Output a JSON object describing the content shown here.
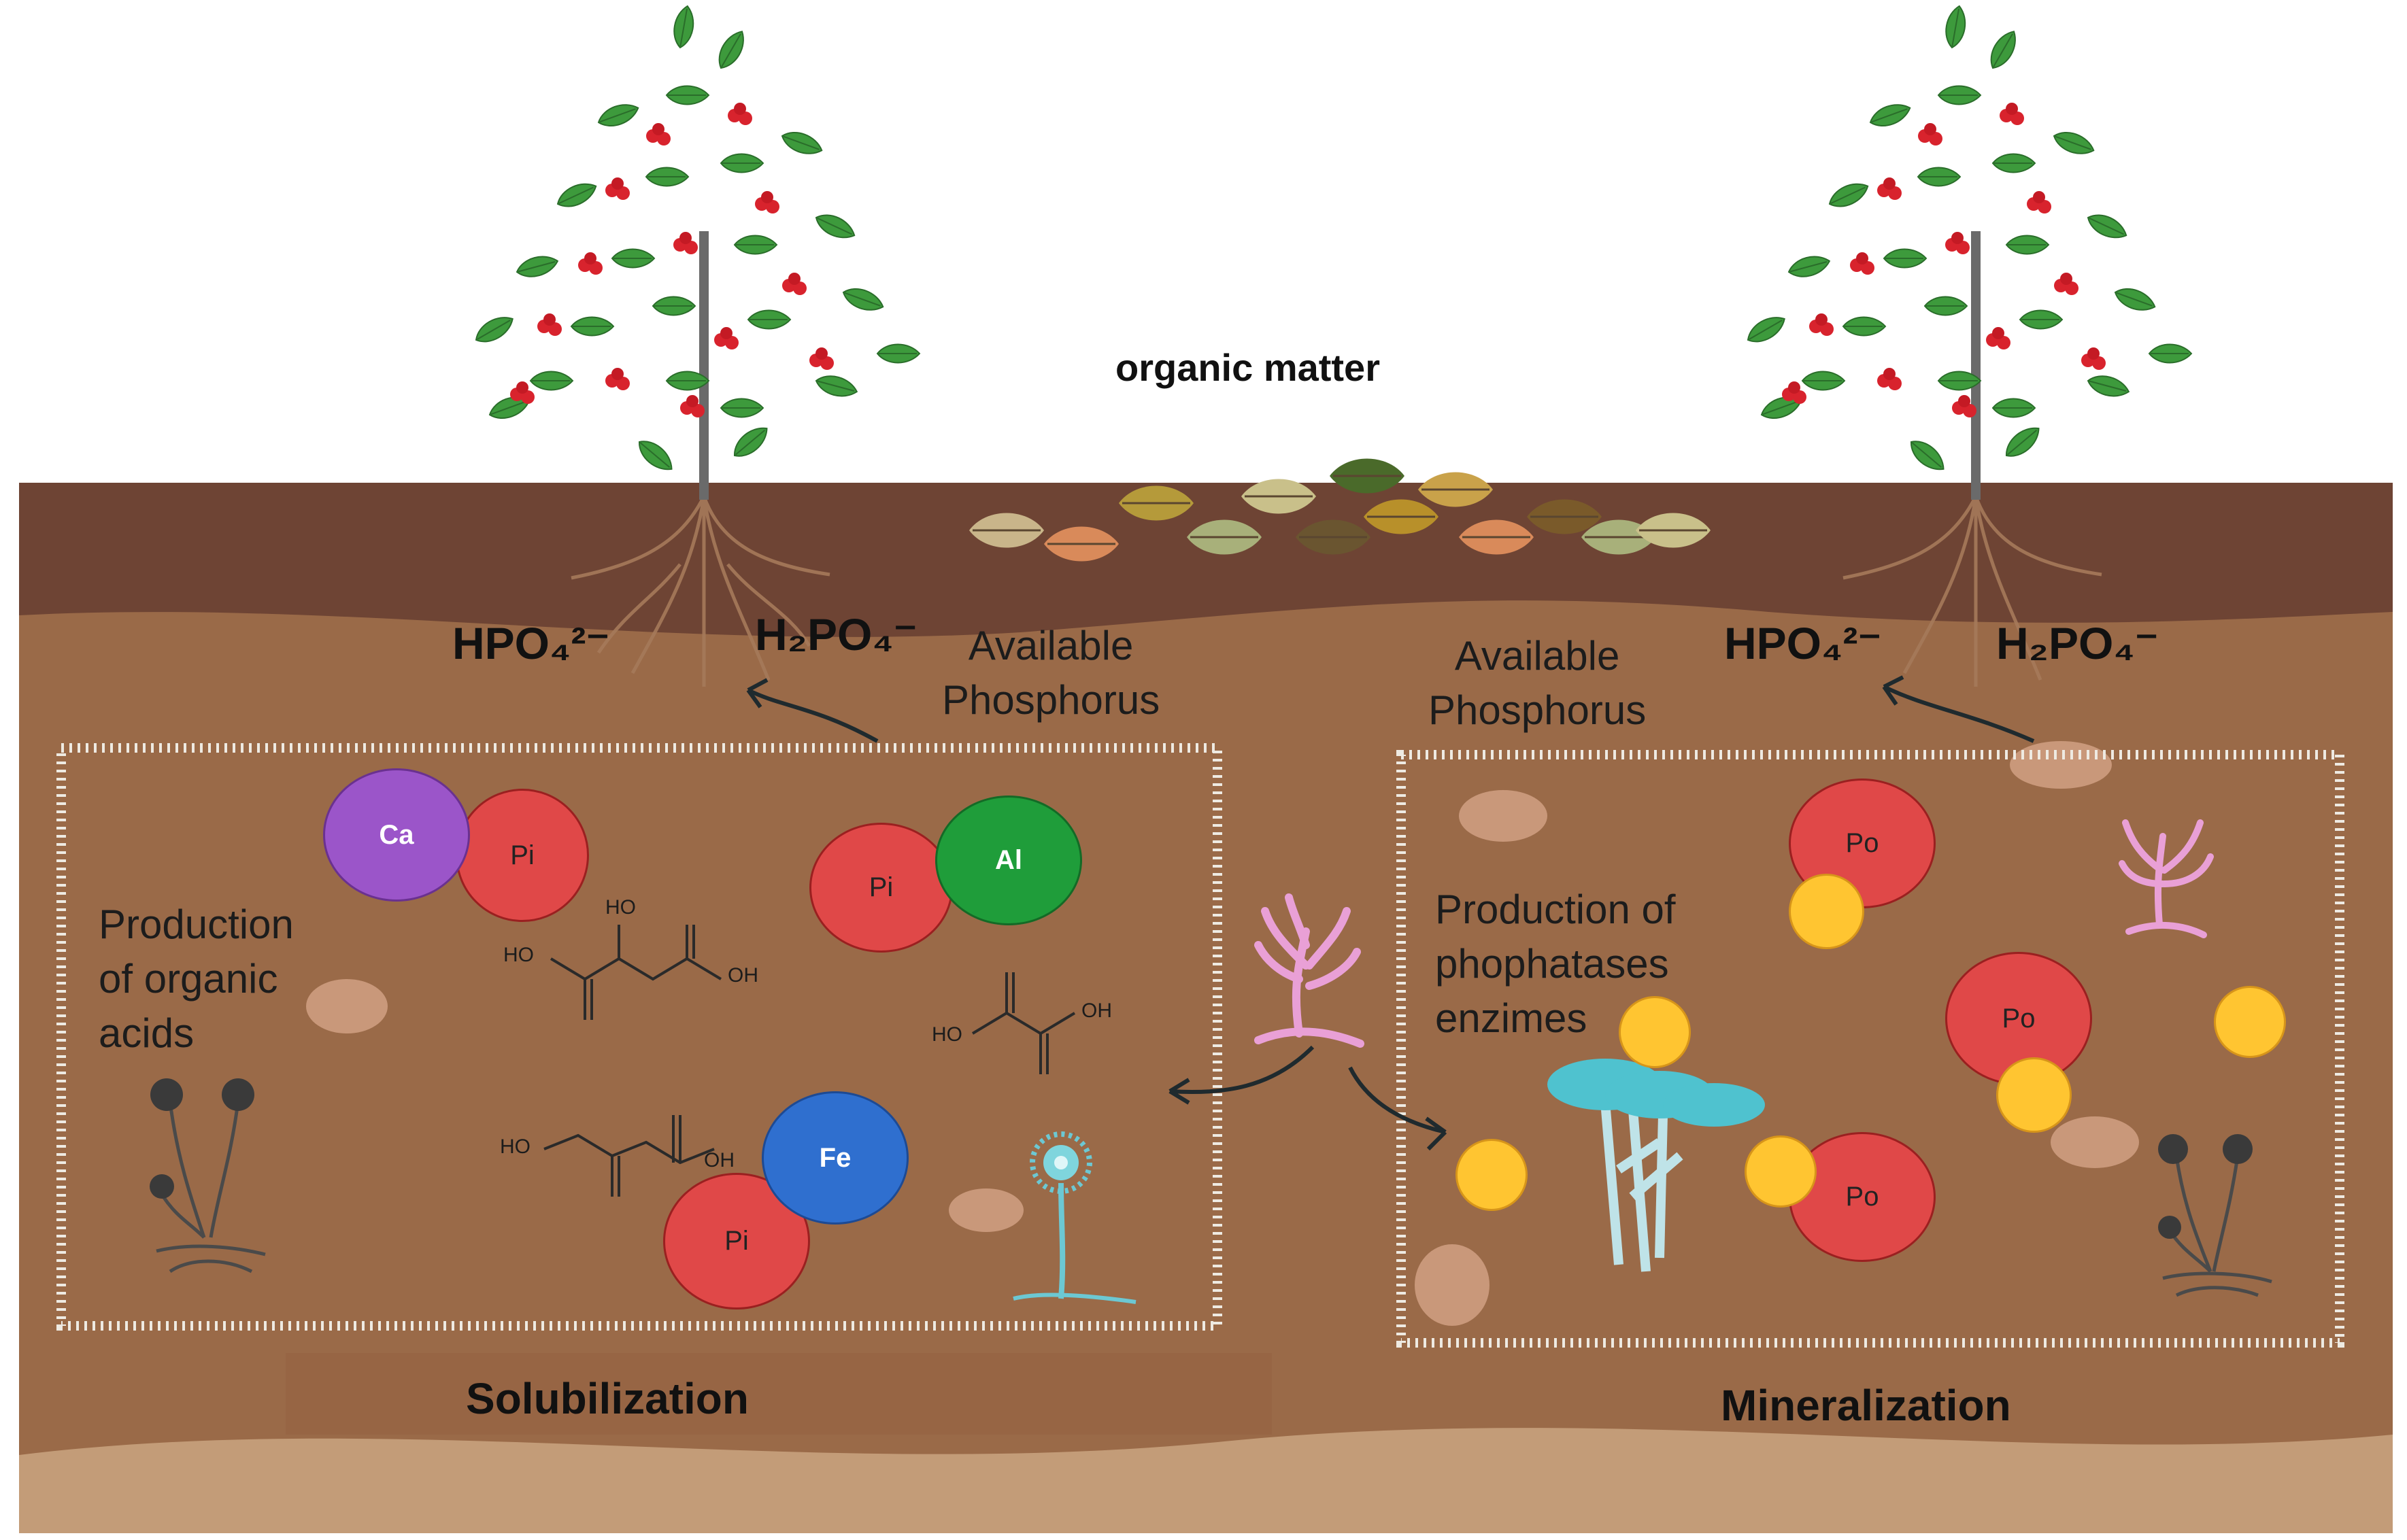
{
  "header": {
    "organic_matter": "organic matter"
  },
  "left": {
    "ion_hpo4": "HPO₄²⁻",
    "ion_h2po4": "H₂PO₄⁻",
    "available_phosphorus": "Available\nPhosphorus",
    "process_text": "Production\nof organic\nacids",
    "section_label": "Solubilization",
    "complexes": [
      "Ca",
      "Pi",
      "Pi",
      "Al",
      "Fe",
      "Pi"
    ]
  },
  "right": {
    "ion_hpo4": "HPO₄²⁻",
    "ion_h2po4": "H₂PO₄⁻",
    "available_phosphorus": "Available\nPhosphorus",
    "process_text": "Production of\nphophatases\nenzimes",
    "section_label": "Mineralization",
    "organic_p": [
      "Po",
      "Po",
      "Po"
    ]
  },
  "molecules": {
    "ho": "HO",
    "oh": "OH"
  },
  "colors": {
    "soil_top": "#6e4434",
    "soil_main": "#9a6a48",
    "soil_bottom": "#c39c78",
    "pi_red": "#e04848",
    "ca_purple": "#9b55c9",
    "al_green": "#1f9d3a",
    "fe_blue": "#2f6fcf",
    "enzyme_yellow": "#ffc531",
    "leaf_green": "#3d9a3c",
    "berry_red": "#d8232d",
    "fungus_pink": "#e9a0d6",
    "fungus_teal": "#6cc8d3"
  }
}
